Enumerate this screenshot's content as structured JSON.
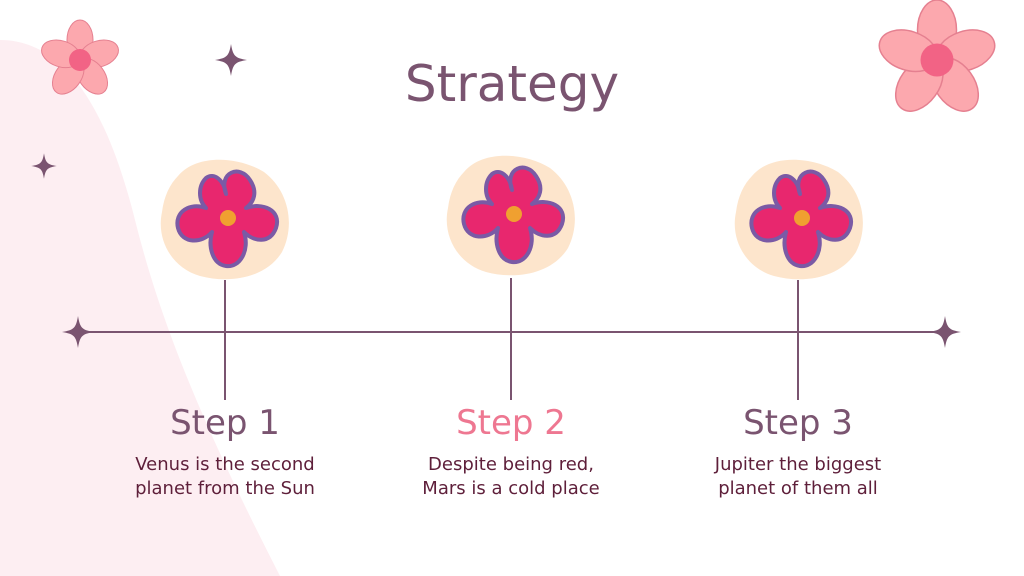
{
  "slide": {
    "title": "Strategy"
  },
  "colors": {
    "title": "#7a5470",
    "line": "#7a5470",
    "accent_step": "#ee7791",
    "description": "#5e1f3a",
    "flower_petal": "#e8276e",
    "flower_outline": "#7a5aa5",
    "flower_center": "#f0a030",
    "flower_blob": "#fde5cc",
    "corner_flower": "#fca8ae",
    "corner_flower_center": "#f26385",
    "background_blob": "#fdeef2"
  },
  "icons": {
    "step_icon": "flower-icon",
    "decoration": "sparkle-icon",
    "line_end": "four-point-star-icon"
  },
  "steps": [
    {
      "heading": "Step 1",
      "line1": "Venus is the second",
      "line2": "planet from the Sun"
    },
    {
      "heading": "Step 2",
      "line1": "Despite being red,",
      "line2": "Mars is a cold place"
    },
    {
      "heading": "Step 3",
      "line1": "Jupiter the biggest",
      "line2": "planet of them all"
    }
  ]
}
